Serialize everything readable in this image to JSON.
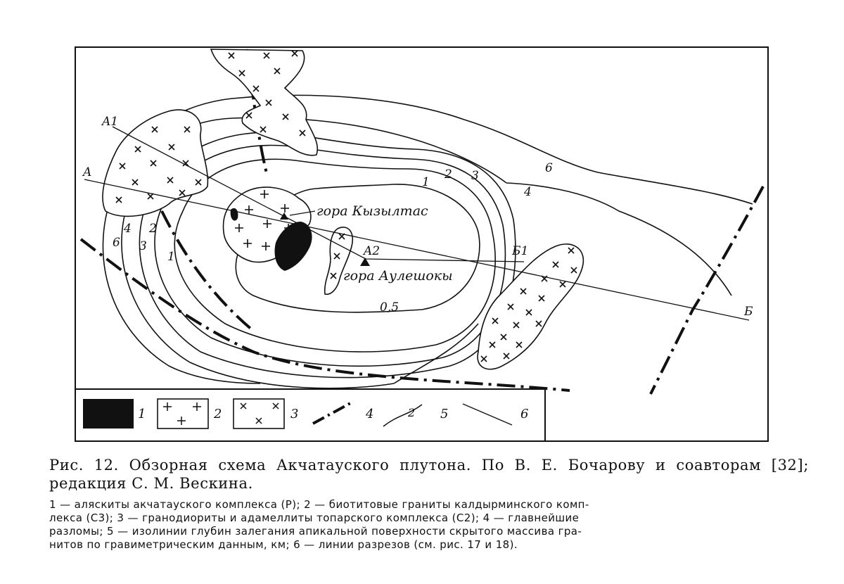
{
  "map": {
    "places": {
      "kyzyltas": "гора Кызылтас",
      "auleshoky": "гора Аулешокы"
    },
    "section_labels": {
      "a1": "A1",
      "a": "A",
      "a2": "A2",
      "b1": "Б1",
      "b": "Б"
    },
    "isolines": {
      "l05": "0,5",
      "l1_upper": "1",
      "l2_upper": "2",
      "l3_upper": "3",
      "l4_upper": "4",
      "l6_upper": "6",
      "l1_left": "1",
      "l2_left": "2",
      "l3_left": "3",
      "l4_left": "4",
      "l6_left": "6"
    }
  },
  "legend": {
    "items": [
      {
        "number": "1",
        "symbol": "black-fill-icon"
      },
      {
        "number": "2",
        "symbol": "plus-pattern-icon"
      },
      {
        "number": "3",
        "symbol": "cross-pattern-icon"
      },
      {
        "number": "4",
        "symbol": "dash-dot-line-icon"
      },
      {
        "number": "5",
        "symbol": "isoline-icon",
        "sample": "2"
      },
      {
        "number": "6",
        "symbol": "thin-line-icon"
      }
    ]
  },
  "caption": {
    "title": "Рис. 12. Обзорная схема Акчатауского плутона. По В. Е. Бочарову и соавторам [32]; редакция С. М. Вескина.",
    "line1": "1 — аляскиты акчатауского комплекса (Р); 2 — биотитовые граниты калдырминского комп-",
    "line2": "лекса (С3); 3 — гранодиориты и адамеллиты топарского комплекса (С2); 4 — главнейшие",
    "line3": "разломы; 5 — изолинии глубин залегания апикальной поверхности скрытого массива гра-",
    "line4": "нитов по гравиметрическим данным, км; 6 — линии разрезов (см. рис. 17 и 18)."
  }
}
